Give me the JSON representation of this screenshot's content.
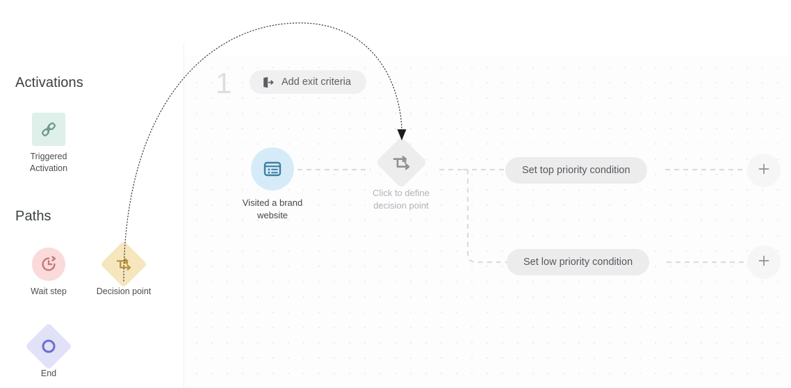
{
  "sidebar": {
    "sections": [
      {
        "heading": "Activations",
        "items": [
          {
            "label": "Triggered\nActivation",
            "icon": "plug-connection-icon",
            "shape": "square",
            "fill": "#dff0ea",
            "stroke": "#6f9a8c"
          }
        ]
      },
      {
        "heading": "Paths",
        "items": [
          {
            "label": "Wait step",
            "icon": "clock-timer-icon",
            "shape": "circle",
            "fill": "#fadada",
            "stroke": "#c2777a"
          },
          {
            "label": "Decision point",
            "icon": "branch-arrows-icon",
            "shape": "diamond",
            "fill": "#f6e6bd",
            "stroke": "#b9943a"
          },
          {
            "label": "End",
            "icon": "stop-ring-icon",
            "shape": "diamond",
            "fill": "#e1e2f8",
            "stroke": "#6f6fcf"
          }
        ]
      }
    ]
  },
  "canvas": {
    "step_number": "1",
    "exit_criteria": {
      "label": "Add exit criteria",
      "icon": "exit-door-icon"
    },
    "nodes": [
      {
        "id": "trigger",
        "label": "Visited a brand\nwebsite",
        "icon": "browser-list-icon",
        "shape": "circle",
        "fill": "#d6ebf8",
        "stroke": "#3f7ea3",
        "state": "configured"
      },
      {
        "id": "decision",
        "label": "Click to define\ndecision point",
        "icon": "branch-arrows-icon",
        "shape": "diamond",
        "fill": "#ededee",
        "stroke": "#8d9095",
        "state": "unconfigured"
      }
    ],
    "branches": [
      {
        "id": "top",
        "label": "Set top priority condition",
        "add_label": "+"
      },
      {
        "id": "low",
        "label": "Set low priority condition",
        "add_label": "+"
      }
    ],
    "drag_preview": {
      "source": "Decision point",
      "target": "decision",
      "style": "dotted-curve-with-arrow"
    }
  },
  "colors": {
    "canvas_bg": "#fdfdfd",
    "grid_dot": "#ececed",
    "pill_bg": "#ececed",
    "connector": "#d9d9da",
    "muted_text": "#b0b3b8",
    "body_text": "#43464b"
  }
}
